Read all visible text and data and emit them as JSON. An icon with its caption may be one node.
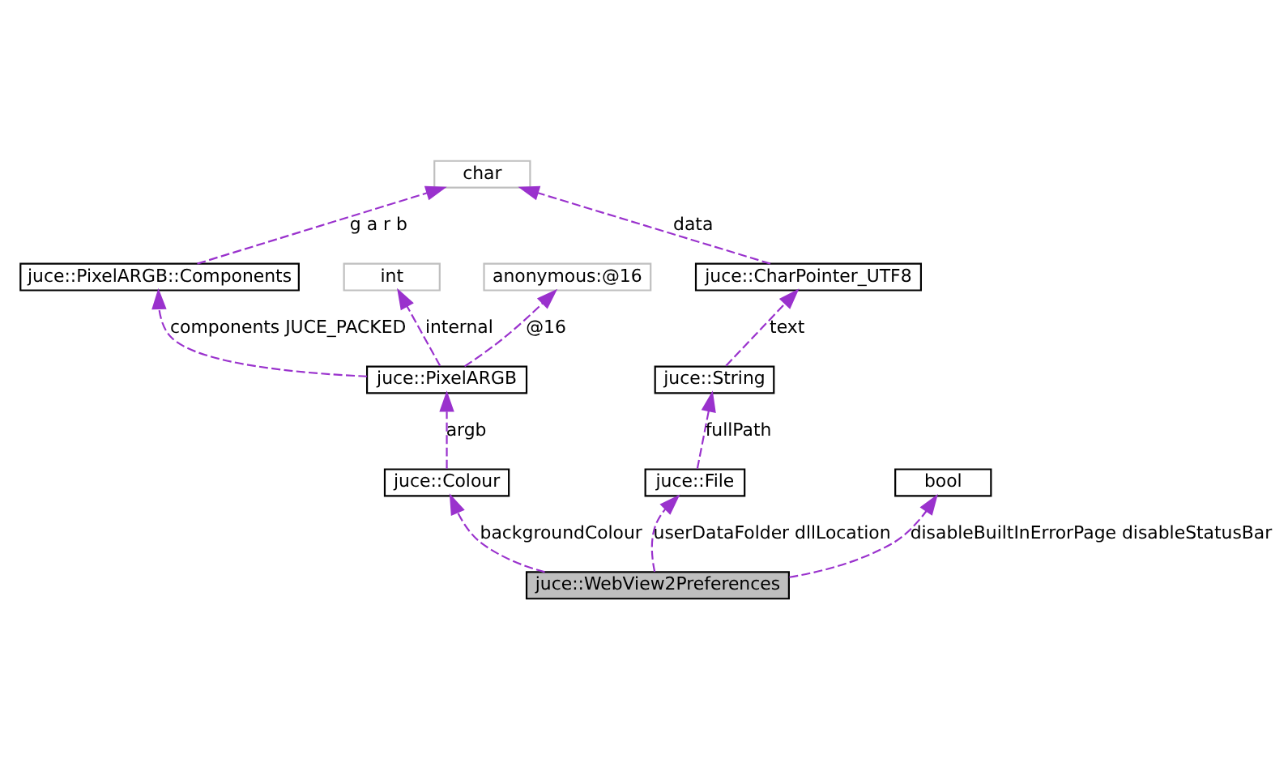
{
  "diagram": {
    "nodes": [
      {
        "text": [
          "char"
        ]
      },
      {
        "text": [
          "juce::PixelARGB::Components"
        ]
      },
      {
        "text": [
          "int"
        ]
      },
      {
        "text": [
          "anonymous:@16"
        ]
      },
      {
        "text": [
          "juce::CharPointer_UTF8"
        ]
      },
      {
        "text": [
          "juce::PixelARGB"
        ]
      },
      {
        "text": [
          "juce::String"
        ]
      },
      {
        "text": [
          "juce::Colour"
        ]
      },
      {
        "text": [
          "juce::File"
        ]
      },
      {
        "text": [
          "bool"
        ]
      },
      {
        "text": [
          "juce::WebView2Preferences"
        ]
      }
    ],
    "edges": [
      {
        "from": 1,
        "to": 0,
        "arrow": "to",
        "label": "g a r b",
        "style": "dashed"
      },
      {
        "from": 4,
        "to": 0,
        "arrow": "to",
        "label": "data",
        "style": "dashed"
      },
      {
        "from": 5,
        "to": 1,
        "arrow": "to",
        "label": "components JUCE_PACKED",
        "style": "dashed"
      },
      {
        "from": 5,
        "to": 2,
        "arrow": "to",
        "label": "internal",
        "style": "dashed"
      },
      {
        "from": 5,
        "to": 3,
        "arrow": "to",
        "label": "@16",
        "style": "dashed"
      },
      {
        "from": 6,
        "to": 4,
        "arrow": "to",
        "label": "text",
        "style": "dashed"
      },
      {
        "from": 7,
        "to": 5,
        "arrow": "to",
        "label": "argb",
        "style": "dashed"
      },
      {
        "from": 8,
        "to": 6,
        "arrow": "to",
        "label": "fullPath",
        "style": "dashed"
      },
      {
        "from": 10,
        "to": 7,
        "arrow": "to",
        "label": "backgroundColour",
        "style": "dashed"
      },
      {
        "from": 10,
        "to": 8,
        "arrow": "to",
        "label": "userDataFolder dllLocation",
        "style": "dashed"
      },
      {
        "from": 10,
        "to": 9,
        "arrow": "to",
        "label": "disableBuiltInErrorPage disableStatusBar",
        "style": "dashed"
      }
    ]
  }
}
